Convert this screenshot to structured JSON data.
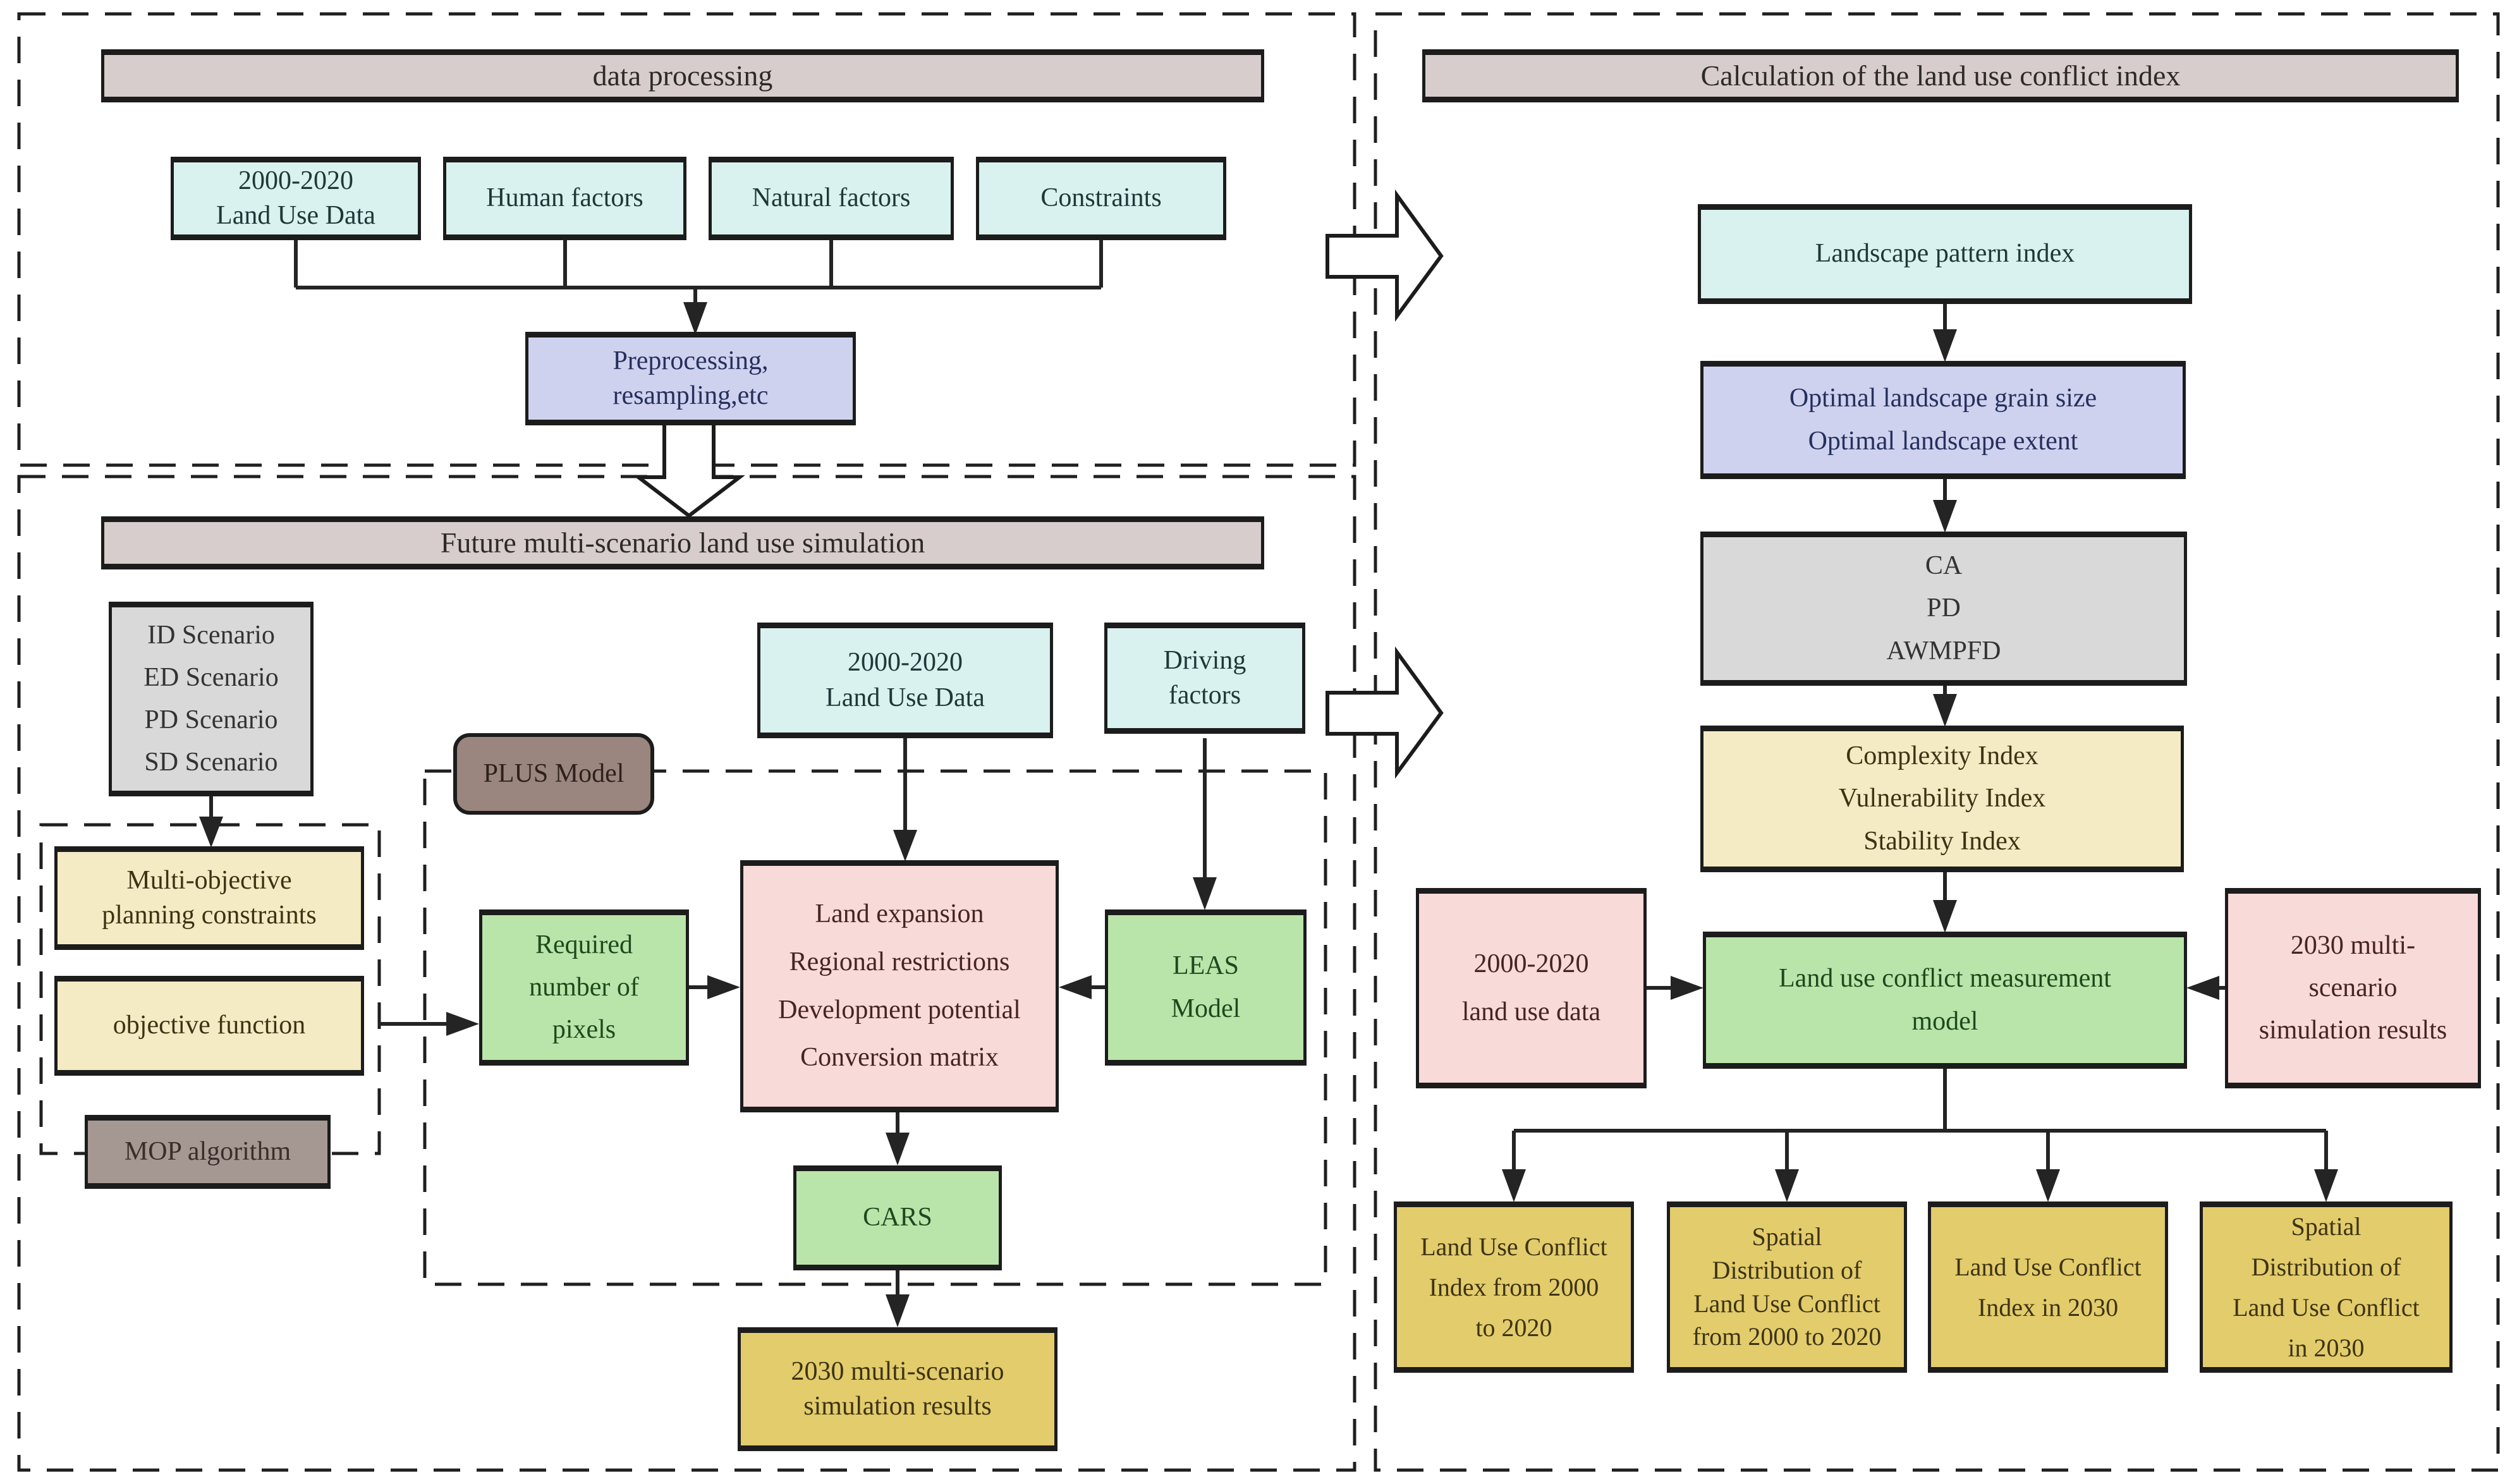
{
  "palette": {
    "header_bg": "#d7cdcc",
    "cyan_bg": "#d9f1ef",
    "lavender_bg": "#ced2ef",
    "gray_bg": "#d9d9d9",
    "yellow_bg": "#f4ebc4",
    "green_bg": "#bae5aa",
    "pink_bg": "#f8dad8",
    "gold_bg": "#e2cc6c",
    "brown_bg": "#9a867e",
    "taupe_bg": "#a59893",
    "line": "#232323"
  },
  "headers": {
    "data_processing": "data processing",
    "future_simulation": "Future multi-scenario land use simulation",
    "conflict_index": "Calculation of the land use conflict index"
  },
  "nodes": {
    "land_use_data_top": "2000-2020\nLand Use Data",
    "human_factors": "Human factors",
    "natural_factors": "Natural factors",
    "constraints": "Constraints",
    "preprocessing": "Preprocessing,\nresampling,etc",
    "scenarios": "ID Scenario\nED Scenario\nPD Scenario\nSD Scenario",
    "multi_objective": "Multi-objective\nplanning constraints",
    "objective_function": "objective function",
    "mop_algorithm": "MOP algorithm",
    "plus_model": "PLUS Model",
    "land_use_data_mid": "2000-2020\nLand Use Data",
    "driving_factors": "Driving\nfactors",
    "required_pixels": "Required\nnumber of\npixels",
    "land_expansion": "Land expansion\nRegional restrictions\nDevelopment potential\nConversion matrix",
    "leas_model": "LEAS\nModel",
    "cars": "CARS",
    "sim_results_2030": "2030 multi-scenario\nsimulation results",
    "landscape_pattern": "Landscape pattern index",
    "optimal_landscape": "Optimal landscape grain size\nOptimal landscape extent",
    "ca_pd_awmpfd": "CA\nPD\nAWMPFD",
    "indices": "Complexity Index\nVulnerability Index\nStability Index",
    "conflict_model": "Land use conflict measurement\nmodel",
    "land_use_data_right": "2000-2020\nland use data",
    "sim_results_right": "2030 multi-\nscenario\nsimulation results",
    "out_index_2000_2020": "Land Use Conflict\nIndex from 2000\nto 2020",
    "out_spatial_2000_2020": "Spatial\nDistribution of\nLand Use Conflict\nfrom 2000 to 2020",
    "out_index_2030": "Land Use Conflict\nIndex in 2030",
    "out_spatial_2030": "Spatial\nDistribution of\nLand Use Conflict\nin 2030"
  }
}
